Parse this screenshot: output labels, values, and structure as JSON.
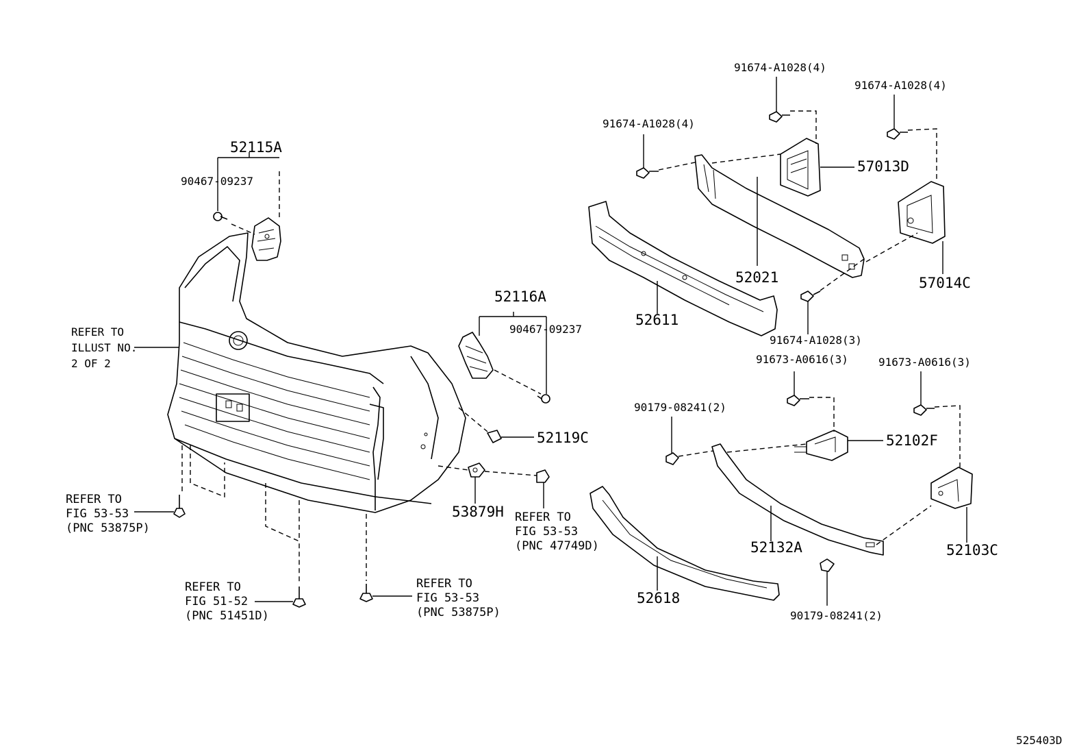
{
  "labels": {
    "p52115A": "52115A",
    "p90467a": "90467-09237",
    "p52116A": "52116A",
    "p90467b": "90467-09237",
    "p52119C": "52119C",
    "p53879H": "53879H",
    "p91674a": "91674-A1028(4)",
    "p91674b": "91674-A1028(4)",
    "p91674c": "91674-A1028(4)",
    "p91674d": "91674-A1028(3)",
    "p57013D": "57013D",
    "p57014C": "57014C",
    "p52021": "52021",
    "p52611": "52611",
    "p91673a": "91673-A0616(3)",
    "p91673b": "91673-A0616(3)",
    "p90179a": "90179-08241(2)",
    "p90179b": "90179-08241(2)",
    "p52102F": "52102F",
    "p52132A": "52132A",
    "p52103C": "52103C",
    "p52618": "52618",
    "illustration_id": "525403D"
  },
  "references": {
    "illust": [
      "REFER TO",
      "ILLUST NO.",
      "2 OF 2"
    ],
    "fig5353_left": [
      "REFER TO",
      "FIG 53-53",
      "(PNC 53875P)"
    ],
    "fig5152": [
      "REFER TO",
      "FIG 51-52",
      "(PNC 51451D)"
    ],
    "fig5353_center": [
      "REFER TO",
      "FIG 53-53",
      "(PNC 53875P)"
    ],
    "fig5353_47749": [
      "REFER TO",
      "FIG 53-53",
      "(PNC 47749D)"
    ]
  }
}
